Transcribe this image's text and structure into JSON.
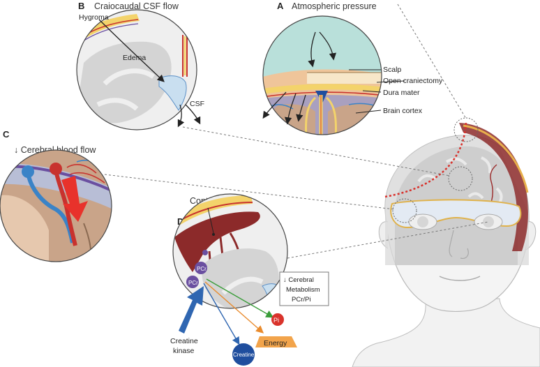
{
  "panels": {
    "a": {
      "letter": "A",
      "title": "Atmospheric pressure",
      "labels": {
        "scalp": "Scalp",
        "open_craniectomy": "Open craniectomy",
        "dura_mater": "Dura mater",
        "brain_cortex": "Brain cortex"
      }
    },
    "b": {
      "letter": "B",
      "title": "Craiocaudal CSF flow",
      "labels": {
        "hygroma": "Hygroma",
        "edema": "Edema",
        "csf": "CSF"
      }
    },
    "c": {
      "letter": "C",
      "title": "↓ Cerebral blood flow"
    },
    "d": {
      "letter": "D",
      "title": "Contusion injury",
      "labels": {
        "pcr": "PCr",
        "pi": "Pi",
        "creatine": "Creatine",
        "energy": "Energy",
        "creatine_kinase_line1": "Creatine",
        "creatine_kinase_line2": "kinase",
        "metabolism_line1": "↓ Cerebral",
        "metabolism_line2": "Metabolism",
        "metabolism_line3": "PCr/Pi"
      }
    }
  },
  "colors": {
    "atmosphere": "#b9e0da",
    "scalp": "#efc59a",
    "dura": "#f3d36b",
    "artery": "#c8322e",
    "vein": "#3a83c7",
    "pcr": "#6a4fa0",
    "pi": "#d9332b",
    "creatine": "#1f4e9e",
    "energy": "#f2a44b",
    "green_arrow": "#3a9d3a",
    "blue_arrow": "#2f66b1",
    "red_dash": "#d9302b"
  }
}
